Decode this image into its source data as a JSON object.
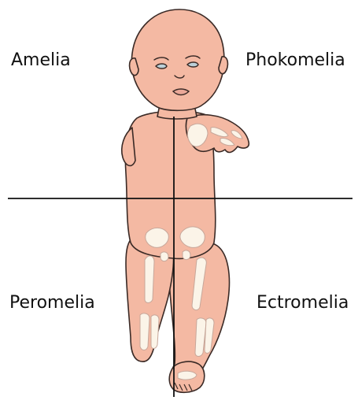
{
  "labels": {
    "top_left": "Amelia",
    "top_right": "Phokomelia",
    "bottom_left": "Peromelia",
    "bottom_right": "Ectromelia"
  },
  "colors": {
    "skin": "#F4B9A3",
    "outline": "#3a2a26",
    "bone": "#FBF4E8",
    "divider": "#111111",
    "background": "#FFFFFF"
  }
}
